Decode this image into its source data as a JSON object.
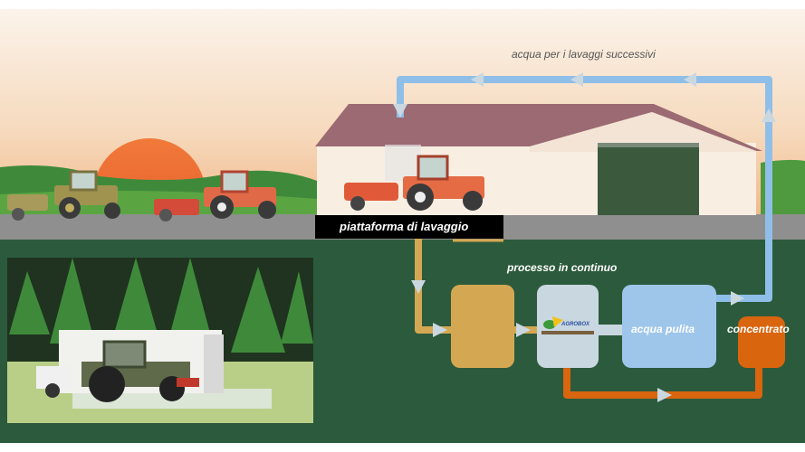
{
  "labels": {
    "recycle_water": "acqua per i lavaggi successivi",
    "platform": "piattaforma  di lavaggio",
    "process": "processo in continuo",
    "clean_water": "acqua pulita",
    "concentrate": "concentrato",
    "logo": "AGROBOX"
  },
  "colors": {
    "pipe_blue": "#8fbfe8",
    "pipe_gold": "#d4a852",
    "pipe_orange": "#d9650f",
    "ground_dark": "#2c5a3c",
    "box_gray": "#c9d7e0"
  }
}
